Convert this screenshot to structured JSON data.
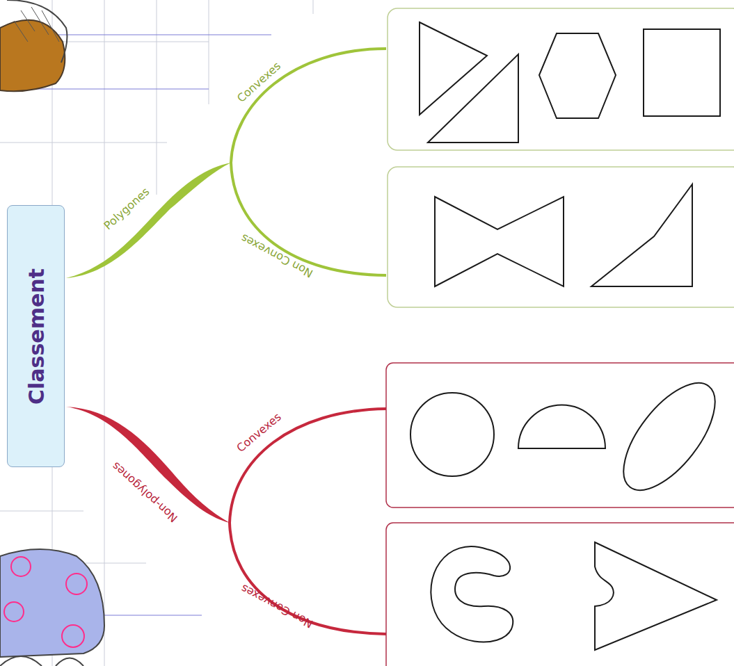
{
  "diagram": {
    "nodes": [
      {
        "text": [
          "Classement"
        ]
      }
    ],
    "labels": [
      "Polygones",
      "Convexes",
      "Non Convexes",
      "Non-polygones",
      "Convexes",
      "Non Convexes"
    ]
  }
}
